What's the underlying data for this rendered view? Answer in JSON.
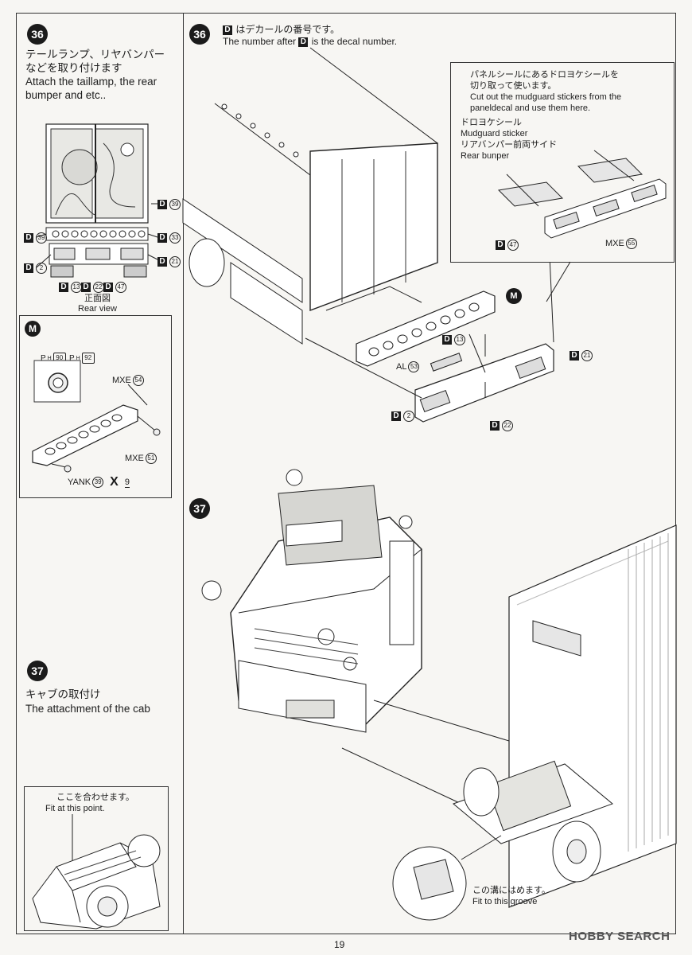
{
  "step36": {
    "badge": "36",
    "title_jp": "テールランプ、リヤバンパー\nなどを取り付けます",
    "title_en": "Attach the taillamp, the rear\nbumper and etc..",
    "rear_view_jp": "正面図",
    "rear_view_en": "Rear view",
    "labels": [
      {
        "tag": "D",
        "num": "39",
        "place": "right-top"
      },
      {
        "tag": "D",
        "num": "39",
        "place": "left"
      },
      {
        "tag": "D",
        "num": "33",
        "place": "right-mid"
      },
      {
        "tag": "D",
        "num": "2",
        "place": "left-low"
      },
      {
        "tag": "D",
        "num": "21",
        "place": "right-low"
      },
      {
        "tag": "D",
        "num": "13",
        "place": "bottom-1"
      },
      {
        "tag": "D",
        "num": "22",
        "place": "bottom-2"
      },
      {
        "tag": "D",
        "num": "47",
        "place": "bottom-3"
      }
    ]
  },
  "m_box": {
    "badge": "M",
    "ph1": "90",
    "ph2": "92",
    "mxe54": "MXE",
    "mxe54_num": "54",
    "mxe51": "MXE",
    "mxe51_num": "51",
    "yank": "YANK",
    "yank_num": "39",
    "x_mark": "X",
    "count": "9"
  },
  "main36": {
    "badge": "36",
    "decal_note_jp": "はデカールの番号です。",
    "decal_note_en_a": "The number after",
    "decal_note_en_b": "is the decal number.",
    "note_jp": "パネルシールにあるドロヨケシールを\n切り取って使います。",
    "note_en": "Cut out the mudguard stickers from the\npaneldecal and use them here.",
    "mud_jp": "ドロヨケシール",
    "mud_en": "Mudguard sticker",
    "bump_jp": "リアバンパー前両サイド",
    "bump_en": "Rear bunper",
    "d47": "47",
    "mxe55": "MXE",
    "mxe55_num": "55",
    "m": "M",
    "d13": "13",
    "al": "AL",
    "al_num": "53",
    "d21": "21",
    "d2": "2",
    "d22": "22"
  },
  "step37": {
    "badge": "37",
    "title_jp": "キャブの取付け",
    "title_en": "The attachment of the cab",
    "fit_jp": "ここを合わせます。",
    "fit_en": "Fit at this point.",
    "groove_jp": "この溝にはめます。",
    "groove_en": "Fit to this groove"
  },
  "page_number": "19",
  "watermark": "HOBBY SEARCH"
}
